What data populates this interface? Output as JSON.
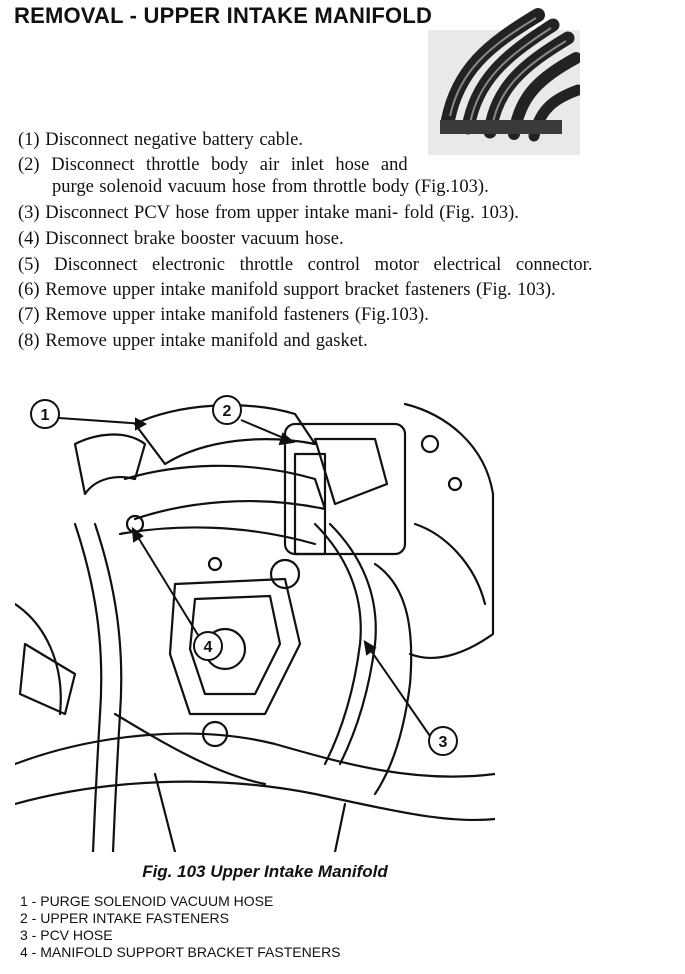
{
  "title": "REMOVAL - UPPER INTAKE MANIFOLD",
  "steps": [
    {
      "num": "(1)",
      "text": "Disconnect negative battery cable."
    },
    {
      "num": "(2)",
      "text": "Disconnect throttle body air inlet hose and",
      "continuation": "purge solenoid vacuum hose from throttle body (Fig.103)."
    },
    {
      "num": "(3)",
      "text": "Disconnect PCV hose from upper intake mani- fold (Fig. 103)."
    },
    {
      "num": "(4)",
      "text": "Disconnect brake booster vacuum hose."
    },
    {
      "num": "(5)",
      "text": "Disconnect electronic throttle control motor electrical connector."
    },
    {
      "num": "(6)",
      "text": "Remove upper intake manifold support bracket fasteners (Fig. 103)."
    },
    {
      "num": "(7)",
      "text": "Remove upper intake manifold fasteners (Fig.103)."
    },
    {
      "num": "(8)",
      "text": "Remove upper intake manifold and gasket."
    }
  ],
  "figure": {
    "caption": "Fig. 103 Upper Intake Manifold",
    "callouts": [
      "1",
      "2",
      "3",
      "4"
    ],
    "legend": [
      "1 - PURGE SOLENOID VACUUM HOSE",
      "2 - UPPER INTAKE FASTENERS",
      "3 - PCV HOSE",
      "4 - MANIFOLD SUPPORT BRACKET FASTENERS"
    ]
  }
}
